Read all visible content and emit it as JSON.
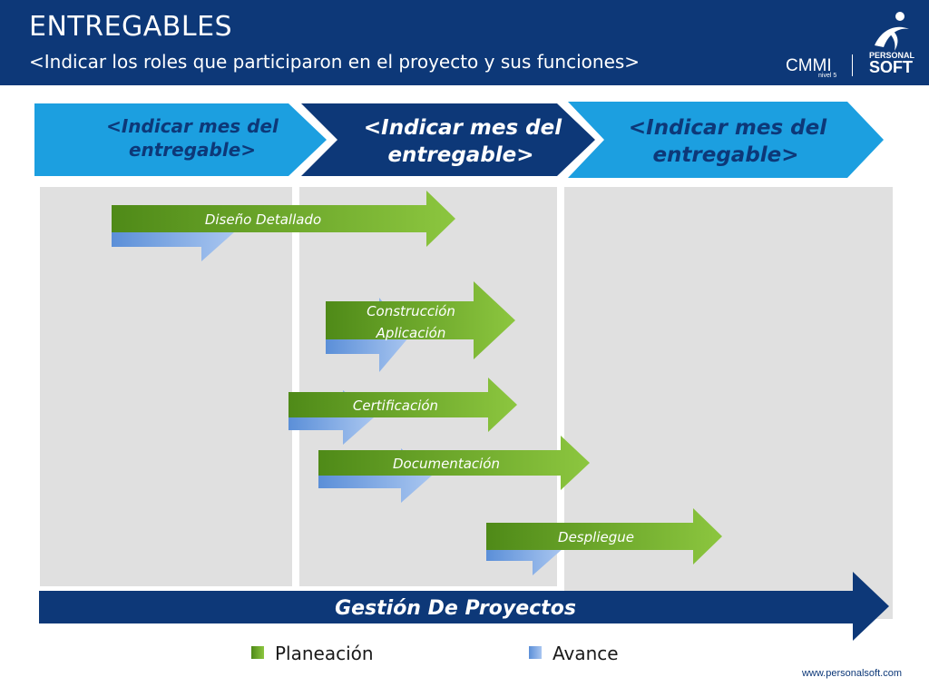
{
  "header": {
    "title": "ENTREGABLES",
    "subtitle": "<Indicar los roles que participaron en el proyecto y sus funciones>",
    "cmmi": "CMMI",
    "cmmi_level": "nivel 5",
    "logo_top": "PERSONAL",
    "logo_bottom": "SOFT"
  },
  "phases": [
    {
      "line1": "<Indicar mes del",
      "line2": "entregable>",
      "color": "#1c9fe0",
      "text_color": "#0d3878"
    },
    {
      "line1": "<Indicar mes del",
      "line2": "entregable>",
      "color": "#0d3878",
      "text_color": "#ffffff"
    },
    {
      "line1": "<Indicar mes del",
      "line2": "entregable>",
      "color": "#1c9fe0",
      "text_color": "#0d3878"
    }
  ],
  "tasks": [
    {
      "line1": "Diseño Detallado",
      "line2": ""
    },
    {
      "line1": "Construcción",
      "line2": "Aplicación"
    },
    {
      "line1": "Certificación",
      "line2": ""
    },
    {
      "line1": "Documentación",
      "line2": ""
    },
    {
      "line1": "Despliegue",
      "line2": ""
    }
  ],
  "bottom_bar": {
    "label": "Gestión De Proyectos"
  },
  "legend": [
    {
      "label": "Planeación",
      "icon": "planning-square-icon"
    },
    {
      "label": "Avance",
      "icon": "progress-square-icon"
    }
  ],
  "colors": {
    "planning_green": "#6aa81e",
    "progress_blue": "#6f9fe0",
    "navy": "#0d3878",
    "sky": "#1c9fe0",
    "column_gray": "#e0e0e0"
  },
  "footer": {
    "url": "www.personalsoft.com"
  }
}
